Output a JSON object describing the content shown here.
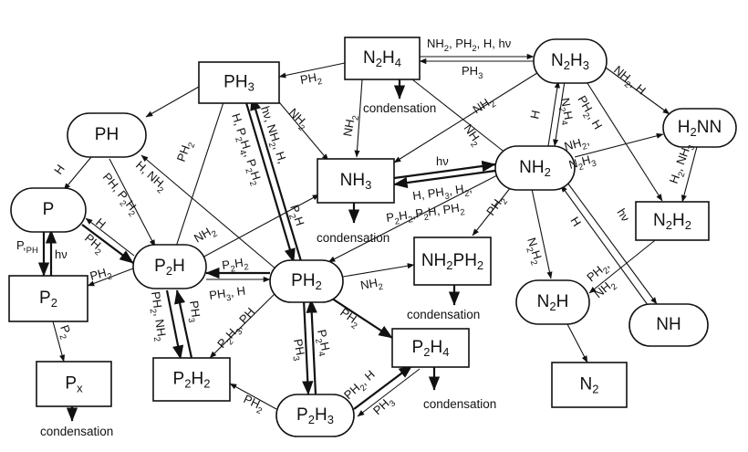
{
  "nodes": {
    "N2H4": [
      "N",
      "2",
      "H",
      "4"
    ],
    "PH3": [
      "PH",
      "3"
    ],
    "N2H3": [
      "N",
      "2",
      "H",
      "3"
    ],
    "PH": [
      "PH"
    ],
    "H2NN": [
      "H",
      "2",
      "NN"
    ],
    "NH3": [
      "NH",
      "3"
    ],
    "NH2": [
      "NH",
      "2"
    ],
    "P": [
      "P"
    ],
    "N2H2": [
      "N",
      "2",
      "H",
      "2"
    ],
    "NH2PH2": [
      "NH",
      "2",
      "PH",
      "2"
    ],
    "P2H": [
      "P",
      "2",
      "H"
    ],
    "PH2": [
      "PH",
      "2"
    ],
    "P2": [
      "P",
      "2"
    ],
    "N2H": [
      "N",
      "2",
      "H"
    ],
    "NH": [
      "NH"
    ],
    "P2H4": [
      "P",
      "2",
      "H",
      "4"
    ],
    "P2H2": [
      "P",
      "2",
      "H",
      "2"
    ],
    "Px": [
      "P",
      "x"
    ],
    "N2": [
      "N",
      "2"
    ],
    "P2H3": [
      "P",
      "2",
      "H",
      "3"
    ]
  },
  "condensation_label": "condensation",
  "edge_labels": {
    "n2h4_n2h3_top": [
      "NH",
      "2",
      ", PH",
      "2",
      ", H, hν"
    ],
    "n2h4_n2h3_bottom": [
      "PH",
      "3"
    ],
    "n2h4_ph3": [
      "PH",
      "2"
    ],
    "n2h4_nh3": [
      "NH",
      "2"
    ],
    "ph3_nh3": [
      "NH",
      "2"
    ],
    "n2h3_nh3": [
      "NH",
      "2"
    ],
    "n2h4_nh2": [
      "NH",
      "2"
    ],
    "n2h3_h2nn": [
      "NH",
      "2",
      ", H"
    ],
    "n2h3_n2h2": [
      "PH",
      "2",
      ", H"
    ],
    "nh2_n2h3_a": [
      "H"
    ],
    "nh2_n2h3_b": [
      "N",
      "2",
      "H",
      "4"
    ],
    "nh2_h2nn": [
      "NH",
      "2",
      ","
    ],
    "nh2_h2nn_b": [
      "N",
      "2",
      "H",
      "3"
    ],
    "h2nn_n2h2": [
      "H",
      "2",
      ", NH",
      "3"
    ],
    "nh3_nh2_hv": [
      "hν"
    ],
    "nh2_nh3": [
      "H, PH",
      "3",
      ", H",
      "2",
      ","
    ],
    "nh2_nh3_b": [
      "P",
      "2",
      "H",
      "2",
      ",P",
      "2",
      "H, PH",
      "2"
    ],
    "ph_p": [
      "H"
    ],
    "ph_p2h": [
      "PH, P",
      "2",
      "H",
      "2"
    ],
    "ph2_ph": [
      "H, NH",
      "2"
    ],
    "ph3_p2h": [
      "PH",
      "2"
    ],
    "ph2_ph3": [
      "hν, NH",
      "2",
      ", H,"
    ],
    "ph2_ph3_b": [
      "H, P",
      "2",
      "H",
      "4",
      ", P",
      "2",
      "H",
      "2"
    ],
    "ph3_ph2": [
      "P",
      "2",
      "H"
    ],
    "p_p2": [
      "P,",
      "PH"
    ],
    "p2_p_hv": [
      "hν"
    ],
    "p2h_p_a": [
      "H"
    ],
    "p2h_p_b": [
      "PH",
      "2"
    ],
    "p2h_p2": [
      "PH",
      "2"
    ],
    "p2h_nh3": [
      "NH",
      "2"
    ],
    "p2h_ph2_top": [
      "P",
      "2",
      "H",
      "2"
    ],
    "p2h_ph2_bot": [
      "PH",
      "3",
      ", H"
    ],
    "ph2_nh2ph2": [
      "NH",
      "2"
    ],
    "nh2_n2h": [
      "N",
      "2",
      "H",
      "2"
    ],
    "nh2_nh": [
      "H"
    ],
    "nh2_nh_hv": [
      "hν"
    ],
    "nh2_ph2": [
      "PH",
      "2"
    ],
    "n2h2_n2h": [
      "PH",
      "2",
      ","
    ],
    "n2h2_n2h_b": [
      "NH",
      "2"
    ],
    "p2_px": [
      "P",
      "2"
    ],
    "p2h_p2h2_a": [
      "PH",
      "2",
      ", NH",
      "2"
    ],
    "p2h_p2h2_b": [
      "PH",
      "3"
    ],
    "ph2_p2h2": [
      "P",
      "2",
      "H",
      "3",
      ", PH"
    ],
    "ph2_p2h3_a": [
      "PH",
      "3"
    ],
    "ph2_p2h3_b": [
      "P",
      "2",
      "H",
      "4"
    ],
    "ph2_p2h4": [
      "PH",
      "2"
    ],
    "p2h3_p2h4_a": [
      "PH",
      "2",
      ", H"
    ],
    "p2h3_p2h4_b": [
      "PH",
      "3"
    ],
    "p2h3_p2h2": [
      "PH",
      "2"
    ]
  }
}
